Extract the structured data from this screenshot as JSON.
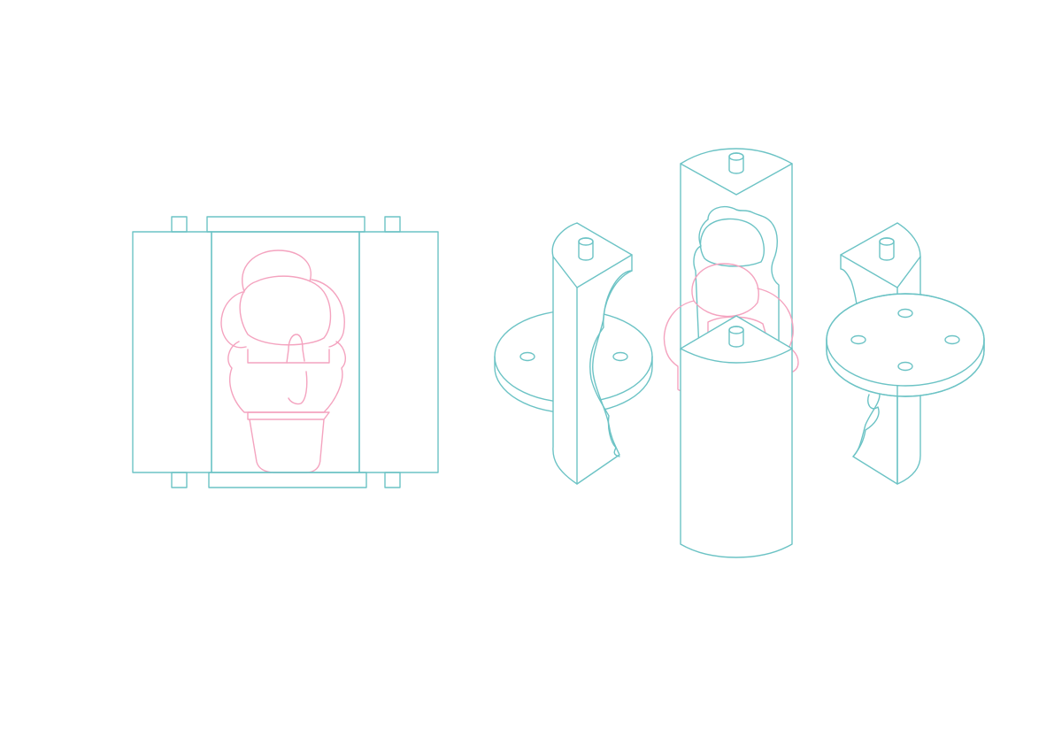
{
  "colors": {
    "mold": "#6cc3c5",
    "object": "#f4a3bf",
    "background": "#ffffff"
  },
  "figures": [
    {
      "name": "front-view-assembled-mold",
      "contains": "ice-cream-cone"
    },
    {
      "name": "exploded-mold-view",
      "parts": [
        "left-mold-piece",
        "back-mold-piece",
        "front-mold-piece",
        "right-mold-piece",
        "left-base-disc",
        "right-base-disc",
        "ice-cream-cone"
      ]
    }
  ]
}
